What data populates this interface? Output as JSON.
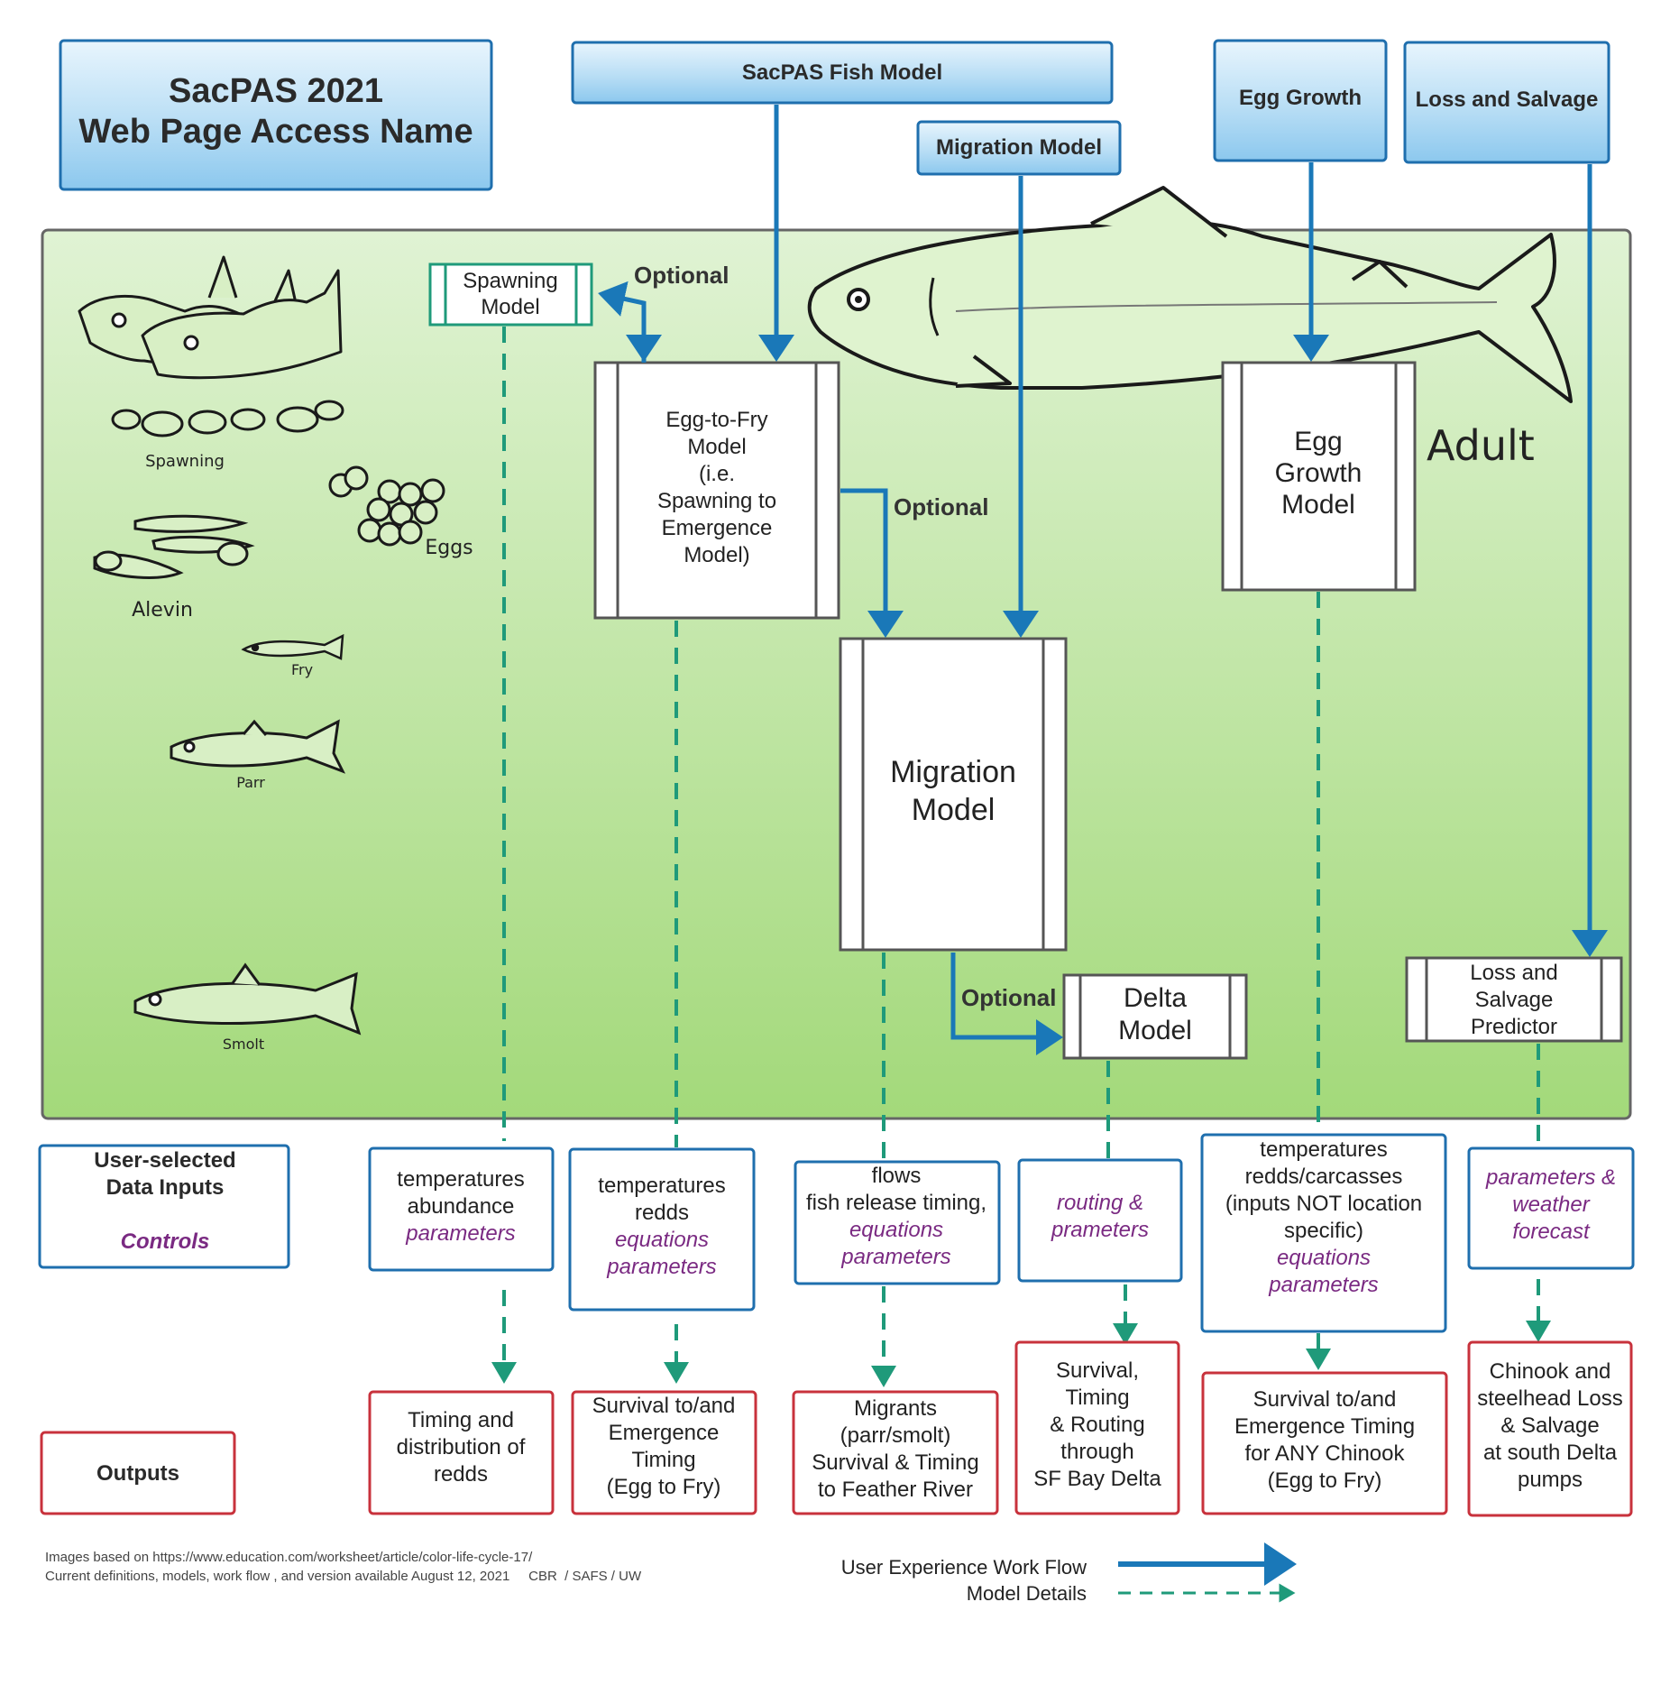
{
  "title": {
    "line1": "SacPAS 2021",
    "line2": "Web Page Access Name"
  },
  "top_buttons": {
    "fish_model": "SacPAS  Fish Model",
    "migration_model": "Migration Model",
    "egg_growth": "Egg Growth",
    "loss_salvage": "Loss and Salvage"
  },
  "life_stages": {
    "spawning": "Spawning",
    "eggs": "Eggs",
    "alevin": "Alevin",
    "fry": "Fry",
    "parr": "Parr",
    "smolt": "Smolt",
    "adult": "Adult"
  },
  "models": {
    "spawning": [
      "Spawning",
      "Model"
    ],
    "egg_to_fry": [
      "Egg-to-Fry",
      "Model",
      "(i.e.",
      "Spawning to",
      "Emergence",
      "Model)"
    ],
    "migration": [
      "Migration",
      "Model"
    ],
    "delta": [
      "Delta",
      "Model"
    ],
    "egg_growth": [
      "Egg",
      "Growth",
      "Model"
    ],
    "loss_salvage": [
      "Loss and",
      "Salvage",
      "Predictor"
    ]
  },
  "optional_label": "Optional",
  "legend_boxes": {
    "inputs_title": [
      "User-selected",
      "Data Inputs"
    ],
    "controls": "Controls",
    "outputs": "Outputs"
  },
  "inputs": {
    "spawning": {
      "lines": [
        "temperatures",
        "abundance"
      ],
      "italic": [
        "parameters"
      ]
    },
    "egg_to_fry": {
      "lines": [
        "temperatures",
        "redds"
      ],
      "italic": [
        "equations",
        "parameters"
      ]
    },
    "migration": {
      "lines": [
        "flows",
        "fish release timing,"
      ],
      "italic": [
        "equations",
        "parameters"
      ]
    },
    "delta": {
      "lines": [],
      "italic": [
        "routing &",
        "prameters"
      ]
    },
    "egg_growth": {
      "lines": [
        "temperatures",
        "redds/carcasses",
        "(inputs NOT location",
        "specific)"
      ],
      "italic": [
        "equations",
        "parameters"
      ]
    },
    "loss_salvage": {
      "lines": [],
      "italic": [
        "parameters &",
        "weather",
        "forecast"
      ]
    }
  },
  "outputs": {
    "spawning": [
      "Timing and",
      "distribution of",
      "redds"
    ],
    "egg_to_fry": [
      "Survival to/and",
      "Emergence",
      "Timing",
      "(Egg to Fry)"
    ],
    "migration": [
      "Migrants",
      "(parr/smolt)",
      "Survival & Timing",
      "to  Feather River"
    ],
    "delta": [
      "Survival,",
      "Timing",
      "& Routing",
      "through",
      "SF Bay Delta"
    ],
    "egg_growth": [
      "Survival to/and",
      "Emergence Timing",
      "for ANY Chinook",
      "(Egg to Fry)"
    ],
    "loss_salvage": [
      "Chinook and",
      "steelhead Loss",
      "& Salvage",
      "at south Delta",
      "pumps"
    ]
  },
  "footer": {
    "line1": "Images based on https://www.education.com/worksheet/article/color-life-cycle-17/",
    "line2": "Current definitions, models, work flow , and version available August 12, 2021     CBR  / SAFS / UW"
  },
  "legend": {
    "workflow": "User Experience Work Flow",
    "details": "Model Details"
  },
  "colors": {
    "blue_arrow": "#1a78b8",
    "green_dash": "#1f9a7a",
    "input_border": "#1f6fae",
    "output_border": "#c8323c",
    "purple_text": "#7a2a82"
  }
}
